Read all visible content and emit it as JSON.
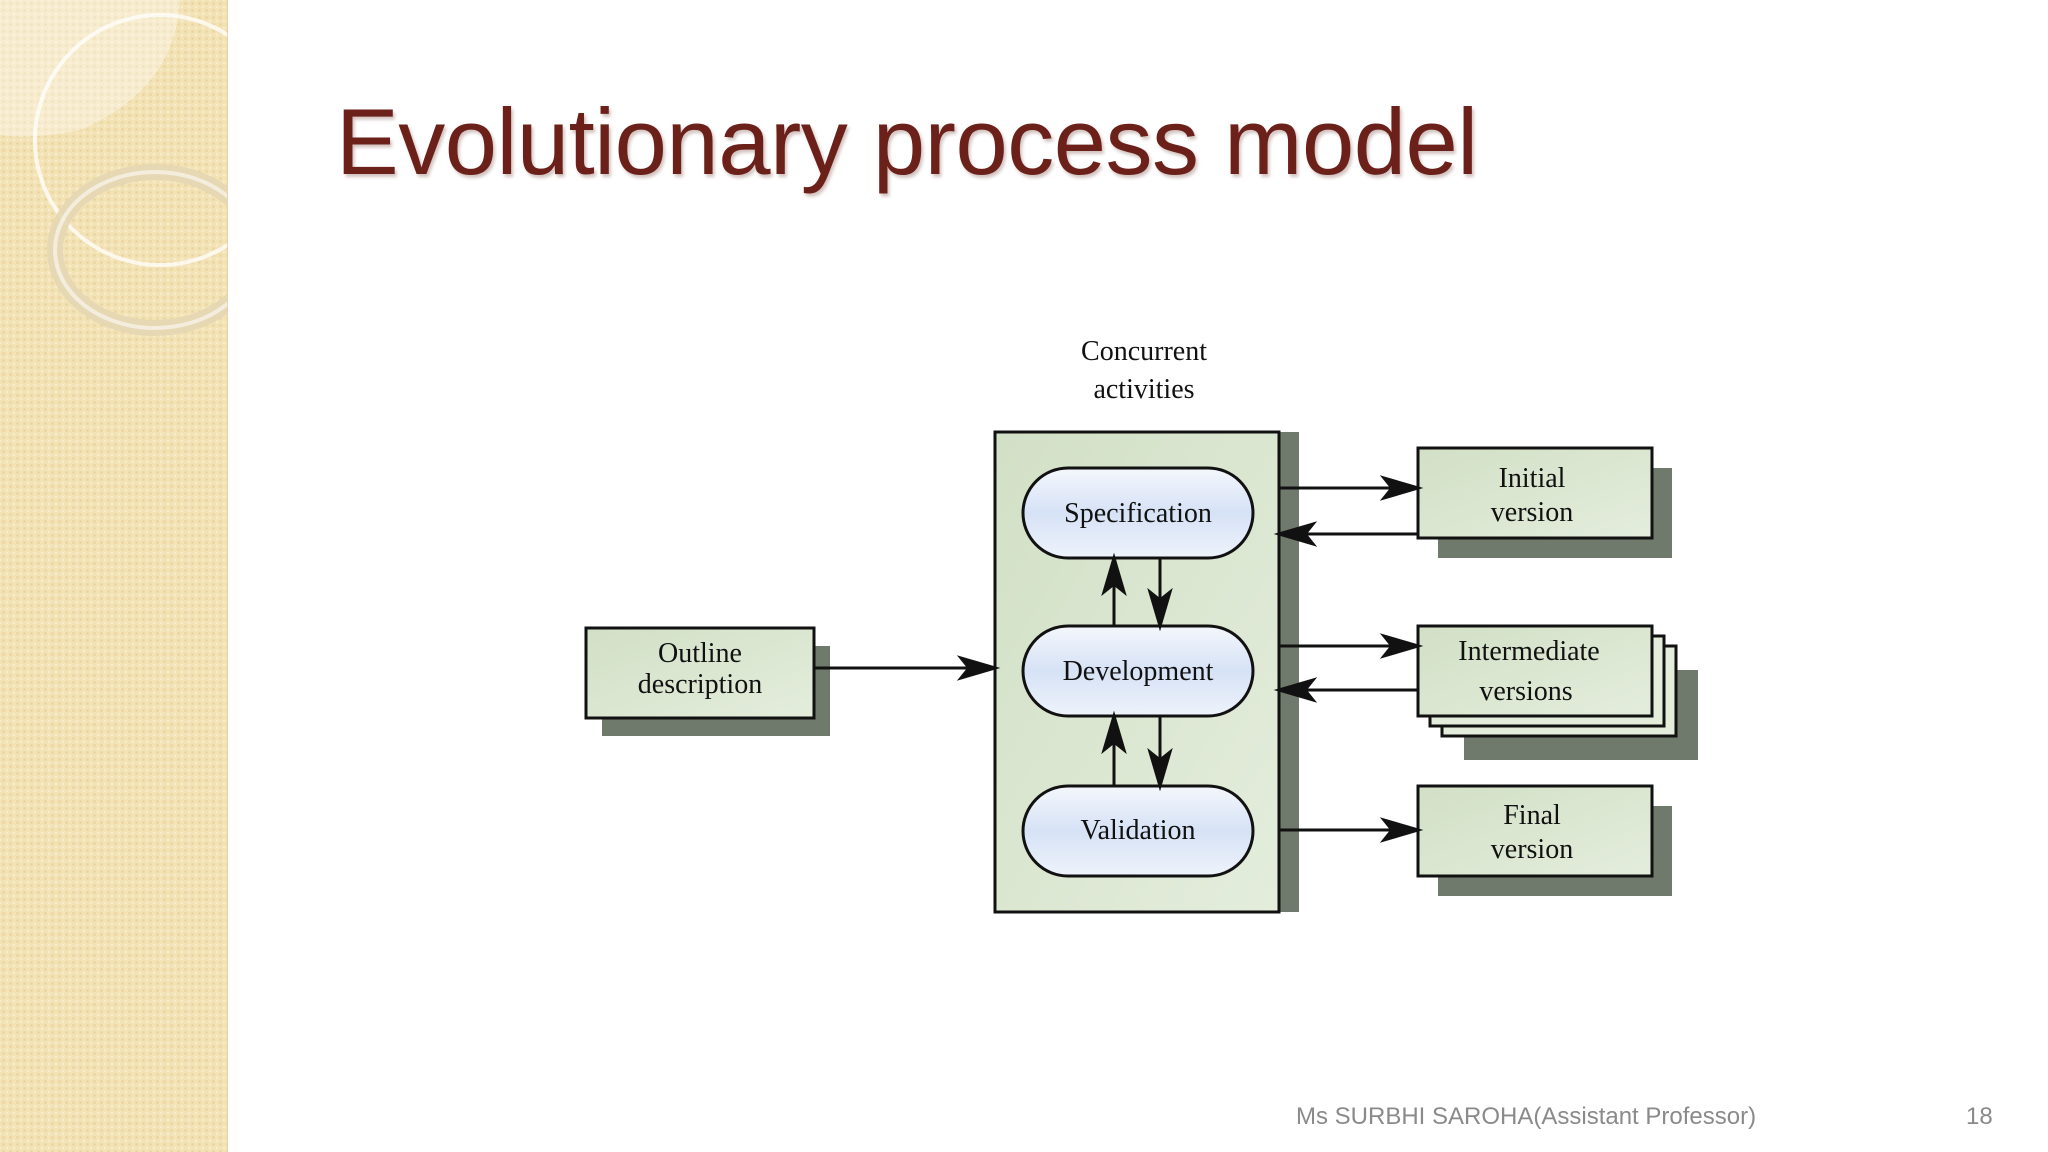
{
  "slide": {
    "title": "Evolutionary process model",
    "footer": "Ms SURBHI SAROHA(Assistant Professor)",
    "page_number": "18"
  },
  "diagram": {
    "concurrent_label": [
      "Concurrent",
      "activities"
    ],
    "activities": [
      "Specification",
      "Development",
      "Validation"
    ],
    "input": [
      "Outline",
      "description"
    ],
    "outputs": {
      "initial": [
        "Initial",
        "version"
      ],
      "intermediate": [
        "Intermediate",
        "versions"
      ],
      "final": [
        "Final",
        "version"
      ]
    }
  },
  "colors": {
    "title": "#6b2119",
    "box_fill": "#d6e4cc",
    "shadow": "#6f7a6c",
    "pill_fill": "#dde7f7"
  }
}
